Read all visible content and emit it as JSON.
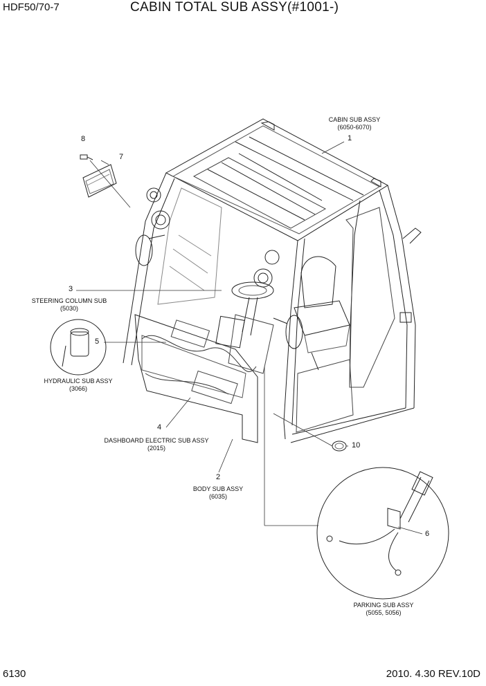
{
  "header": {
    "model": "HDF50/70-7",
    "title": "CABIN TOTAL SUB ASSY(#1001-)"
  },
  "footer": {
    "page_number": "6130",
    "revision": "2010.  4.30 REV.10D"
  },
  "callouts": [
    {
      "id": "1",
      "name": "CABIN SUB ASSY",
      "code": "(6050-6070)"
    },
    {
      "id": "2",
      "name": "BODY SUB ASSY",
      "code": "(6035)"
    },
    {
      "id": "3",
      "name": "STEERING COLUMN SUB",
      "code": "(5030)"
    },
    {
      "id": "4",
      "name": "DASHBOARD ELECTRIC SUB ASSY",
      "code": "(2015)"
    },
    {
      "id": "5",
      "name": "HYDRAULIC SUB ASSY",
      "code": "(3066)"
    },
    {
      "id": "6",
      "name": "PARKING SUB ASSY",
      "code": "(5055, 5056)"
    },
    {
      "id": "7"
    },
    {
      "id": "8"
    },
    {
      "id": "10"
    }
  ]
}
